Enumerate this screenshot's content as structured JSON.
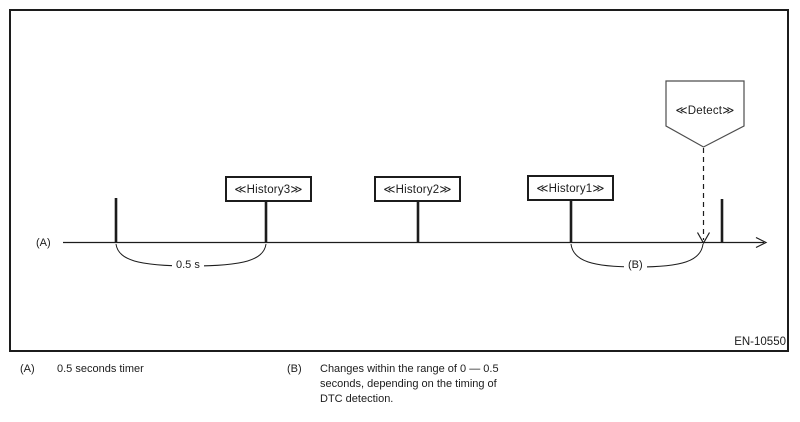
{
  "diagram": {
    "axis_label": "(A)",
    "timer_interval_label": "0.5 s",
    "range_interval_label": "(B)",
    "history_boxes": [
      {
        "label": "≪History3≫"
      },
      {
        "label": "≪History2≫"
      },
      {
        "label": "≪History1≫"
      }
    ],
    "detect_label": "≪Detect≫",
    "figure_id": "EN-10550"
  },
  "legend": {
    "a_key": "(A)",
    "a_text": "0.5 seconds timer",
    "b_key": "(B)",
    "b_text": "Changes within the range of 0 — 0.5 seconds, depending on the timing of DTC detection."
  },
  "colors": {
    "ink": "#1c1c1c",
    "background": "#ffffff"
  }
}
